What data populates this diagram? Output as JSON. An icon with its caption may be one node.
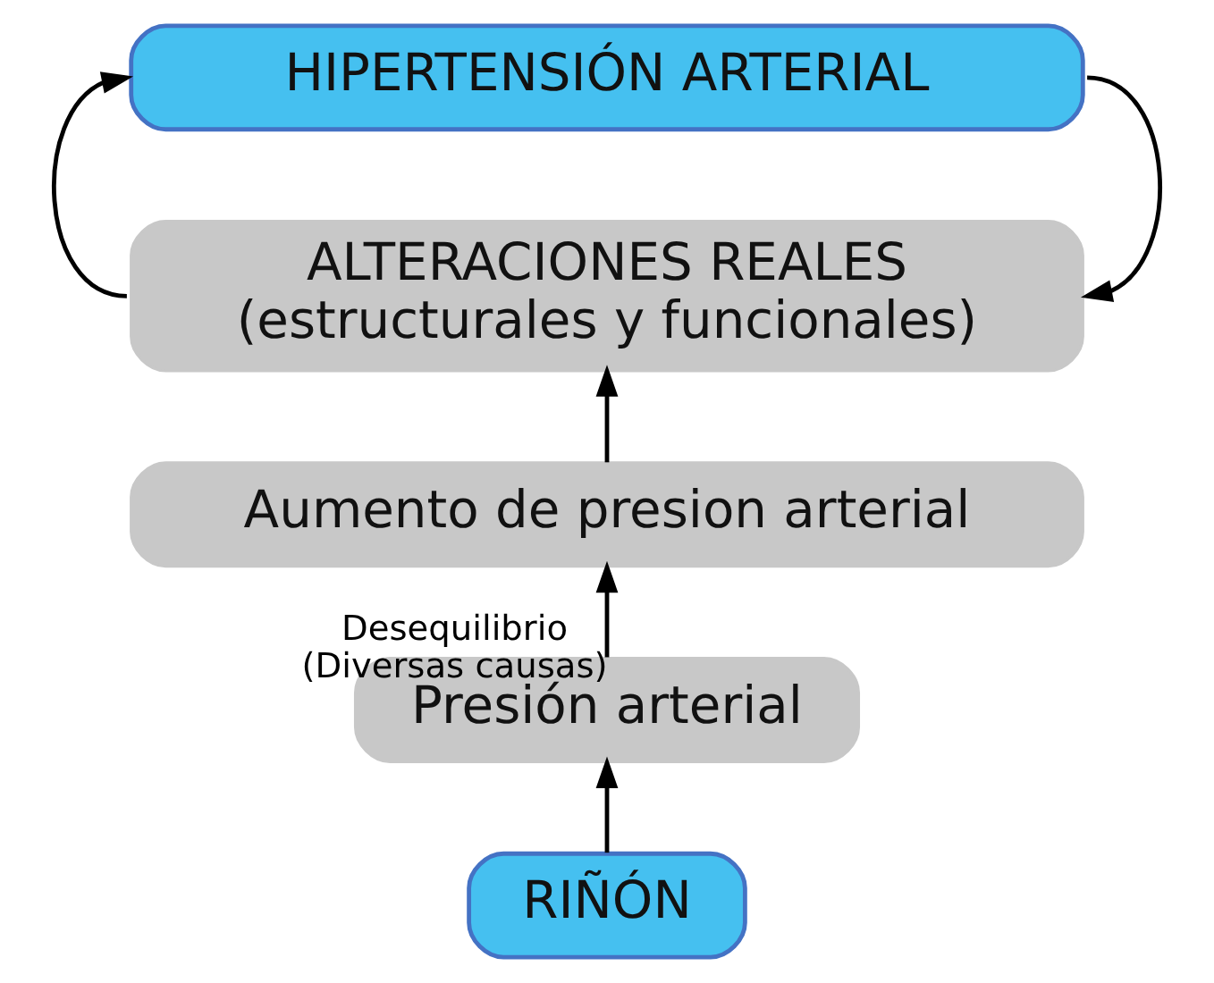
{
  "diagram": {
    "nodes": [
      {
        "text": [
          "HIPERTENSIÓN ARTERIAL"
        ]
      },
      {
        "text": [
          "ALTERACIONES REALES",
          "(estructurales y funcionales)"
        ]
      },
      {
        "text": [
          "Aumento de presion arterial"
        ]
      },
      {
        "text": [
          "Presión arterial"
        ]
      },
      {
        "text": [
          "RIÑÓN"
        ]
      }
    ],
    "edges": [
      {
        "from": 1,
        "to": 0,
        "arrow": "to"
      },
      {
        "from": 0,
        "to": 1,
        "arrow": "to"
      },
      {
        "from": 2,
        "to": 1,
        "arrow": "to"
      },
      {
        "from": 3,
        "to": 2,
        "arrow": "to",
        "label": "Desequilibrio (Diversas causas)"
      },
      {
        "from": 4,
        "to": 3,
        "arrow": "to"
      }
    ]
  }
}
